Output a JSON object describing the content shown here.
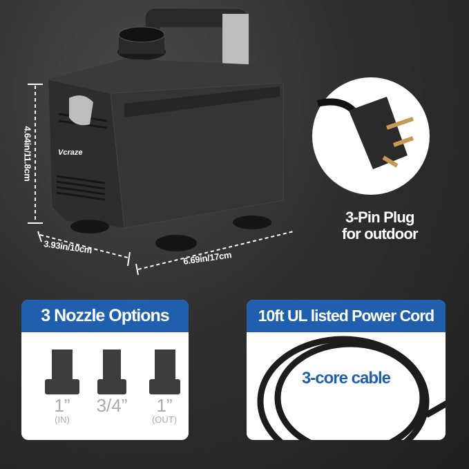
{
  "brand": "Vcraze",
  "dimensions": {
    "height": "4.64in/11.8cm",
    "width": "3.93in/10cm",
    "length": "6.69in/17cm"
  },
  "plug": {
    "caption_line1": "3-Pin Plug",
    "caption_line2": "for outdoor"
  },
  "nozzles": {
    "title": "3 Nozzle Options",
    "items": [
      {
        "size": "1”",
        "note": "(IN)"
      },
      {
        "size": "3/4”",
        "note": ""
      },
      {
        "size": "1”",
        "note": "(OUT)"
      }
    ]
  },
  "cord": {
    "title": "10ft UL listed Power Cord",
    "label": "3-core cable"
  },
  "colors": {
    "accent_blue": "#1f5fae",
    "label_blue": "#1f5fae"
  }
}
